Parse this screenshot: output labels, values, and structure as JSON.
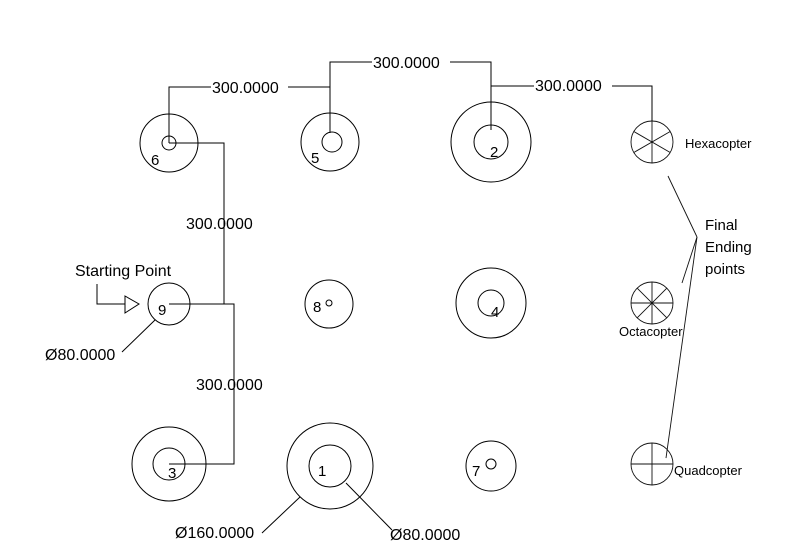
{
  "dimensions": {
    "top_left": "300.0000",
    "top_mid": "300.0000",
    "top_right": "300.0000",
    "left_upper": "300.0000",
    "left_lower": "300.0000"
  },
  "diameters": {
    "start_hole": "Ø80.0000",
    "big_outer": "Ø160.0000",
    "big_inner": "Ø80.0000"
  },
  "point_numbers": [
    "6",
    "5",
    "2",
    "9",
    "8",
    "4",
    "3",
    "1",
    "7"
  ],
  "labels": {
    "starting_point": "Starting Point",
    "final_ending_line1": "Final",
    "final_ending_line2": "Ending",
    "final_ending_line3": "points",
    "hexacopter": "Hexacopter",
    "octacopter": "Octacopter",
    "quadcopter": "Quadcopter"
  }
}
